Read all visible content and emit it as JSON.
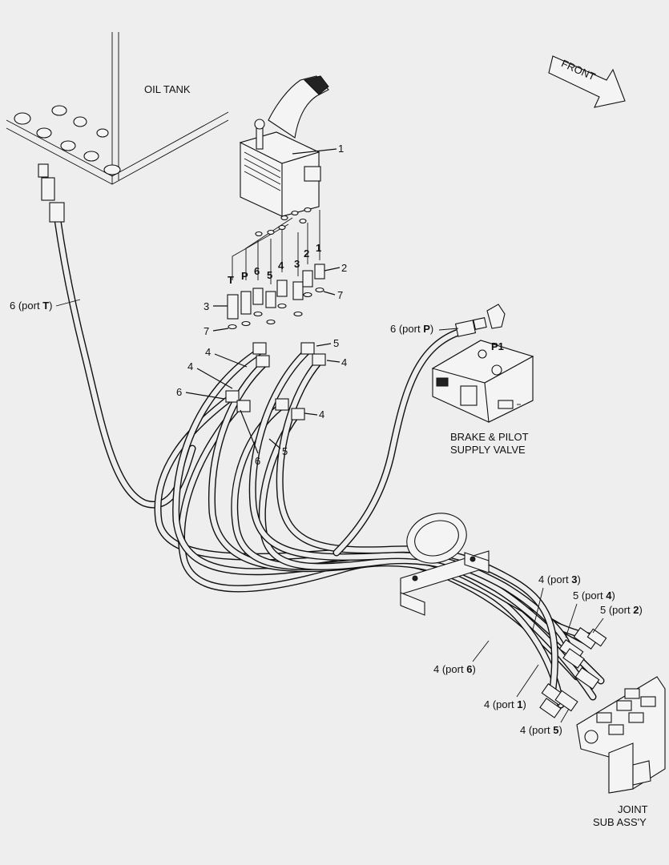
{
  "labels": {
    "oil_tank": "OIL TANK",
    "front": "FRONT",
    "brake_valve_line1": "BRAKE & PILOT",
    "brake_valve_line2": "SUPPLY VALVE",
    "joint_line1": "JOINT",
    "joint_line2": "SUB ASS'Y",
    "p1": "P1"
  },
  "callouts": {
    "c1": "1",
    "c2": "2",
    "c3": "3",
    "c7a": "7",
    "c7b": "7",
    "c4a": "4",
    "c4b": "4",
    "c4c": "4",
    "c4d": "4",
    "c5a": "5",
    "c5b": "5",
    "c6a": "6",
    "c6b": "6"
  },
  "port_letters": {
    "T": "T",
    "P": "P",
    "p6": "6",
    "p5": "5",
    "p4": "4",
    "p3": "3",
    "p2": "2",
    "p1": "1"
  },
  "hose_labels": {
    "port_T": {
      "num": "6",
      "open": " (port ",
      "port": "T",
      "close": ")"
    },
    "port_P": {
      "num": "6",
      "open": " (port ",
      "port": "P",
      "close": ")"
    },
    "port_3": {
      "num": "4",
      "open": " (port ",
      "port": "3",
      "close": ")"
    },
    "port_4": {
      "num": "5",
      "open": " (port ",
      "port": "4",
      "close": ")"
    },
    "port_2": {
      "num": "5",
      "open": " (port ",
      "port": "2",
      "close": ")"
    },
    "port_6": {
      "num": "4",
      "open": " (port ",
      "port": "6",
      "close": ")"
    },
    "port_1": {
      "num": "4",
      "open": " (port ",
      "port": "1",
      "close": ")"
    },
    "port_5": {
      "num": "4",
      "open": " (port ",
      "port": "5",
      "close": ")"
    }
  }
}
